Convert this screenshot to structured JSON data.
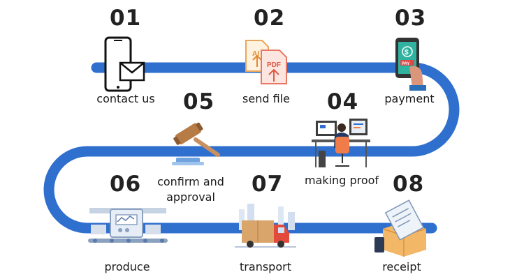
{
  "colors": {
    "path": "#2f6fce",
    "accent": "#f07c4a",
    "text": "#222222"
  },
  "steps": [
    {
      "number": "01",
      "label": "contact us",
      "icon": "phone-mail-icon"
    },
    {
      "number": "02",
      "label": "send file",
      "icon": "file-ai-pdf-icon"
    },
    {
      "number": "03",
      "label": "payment",
      "icon": "mobile-payment-icon"
    },
    {
      "number": "04",
      "label": "making proof",
      "icon": "designer-desk-icon"
    },
    {
      "number": "05",
      "label": "confirm and approval",
      "icon": "gavel-icon"
    },
    {
      "number": "06",
      "label": "produce",
      "icon": "factory-conveyor-icon"
    },
    {
      "number": "07",
      "label": "transport",
      "icon": "delivery-truck-icon"
    },
    {
      "number": "08",
      "label": "receipt",
      "icon": "package-receipt-icon"
    }
  ],
  "file_icon_text": {
    "front": "PDF",
    "back": "AI"
  },
  "pay_icon_text": {
    "symbol": "$",
    "button": "PAY"
  }
}
